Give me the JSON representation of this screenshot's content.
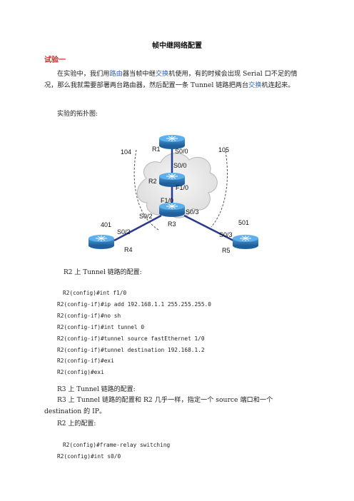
{
  "title": "帧中继网络配置",
  "section_heading": "试验一",
  "intro": {
    "p1": "在实验中，我们用",
    "link1": "路由",
    "p2": "器当帧中继",
    "link2": "交换",
    "p3": "机使用，有的时候会出现 Serial 口不足的情况，那么我就需要部署两台路由器，然后配置一条 Tunnel 链路把两台",
    "link3": "交换",
    "p4": "机连起来。"
  },
  "topology_caption": "实验的拓扑图:",
  "diagram": {
    "routers": {
      "r1": "R1",
      "r2": "R2",
      "r3": "R3",
      "r4": "R4",
      "r5": "R5"
    },
    "ports": {
      "r1_s00": "S0/0",
      "r2_s00": "S0/0",
      "r2_f10": "F1/0",
      "r3_f10": "F1/0",
      "r3_s02": "S0/2",
      "r3_s03": "S0/3",
      "r4_s02": "S0/2",
      "r5_s03": "S0/3"
    },
    "dlci": {
      "d104": "104",
      "d105": "105",
      "d401": "401",
      "d501": "501"
    }
  },
  "r2_tunnel_heading": "R2 上 Tunnel 链路的配置:",
  "r2_tunnel_code": [
    "R2(config)#int f1/0",
    "R2(config-if)#ip add 192.168.1.1 255.255.255.0",
    "R2(config-if)#no sh",
    "R2(config-if)#int tunnel 0",
    "R2(config-if)#tunnel source fastEthernet 1/0",
    "R2(config-if)#tunnel destination 192.168.1.2",
    "R2(config-if)#exi",
    "R2(config)#exi"
  ],
  "r3_tunnel_heading": "R3 上 Tunnel 链路的配置:",
  "r3_tunnel_note": "R3 上 Tunnel 链路的配置和 R2 几乎一样，指定一个 source 端口和一个 destination 的 IP。",
  "r2_config_heading": "R2 上的配置:",
  "r2_fr_code": [
    "R2(config)#frame-relay switching",
    "R2(config)#int s0/0"
  ]
}
